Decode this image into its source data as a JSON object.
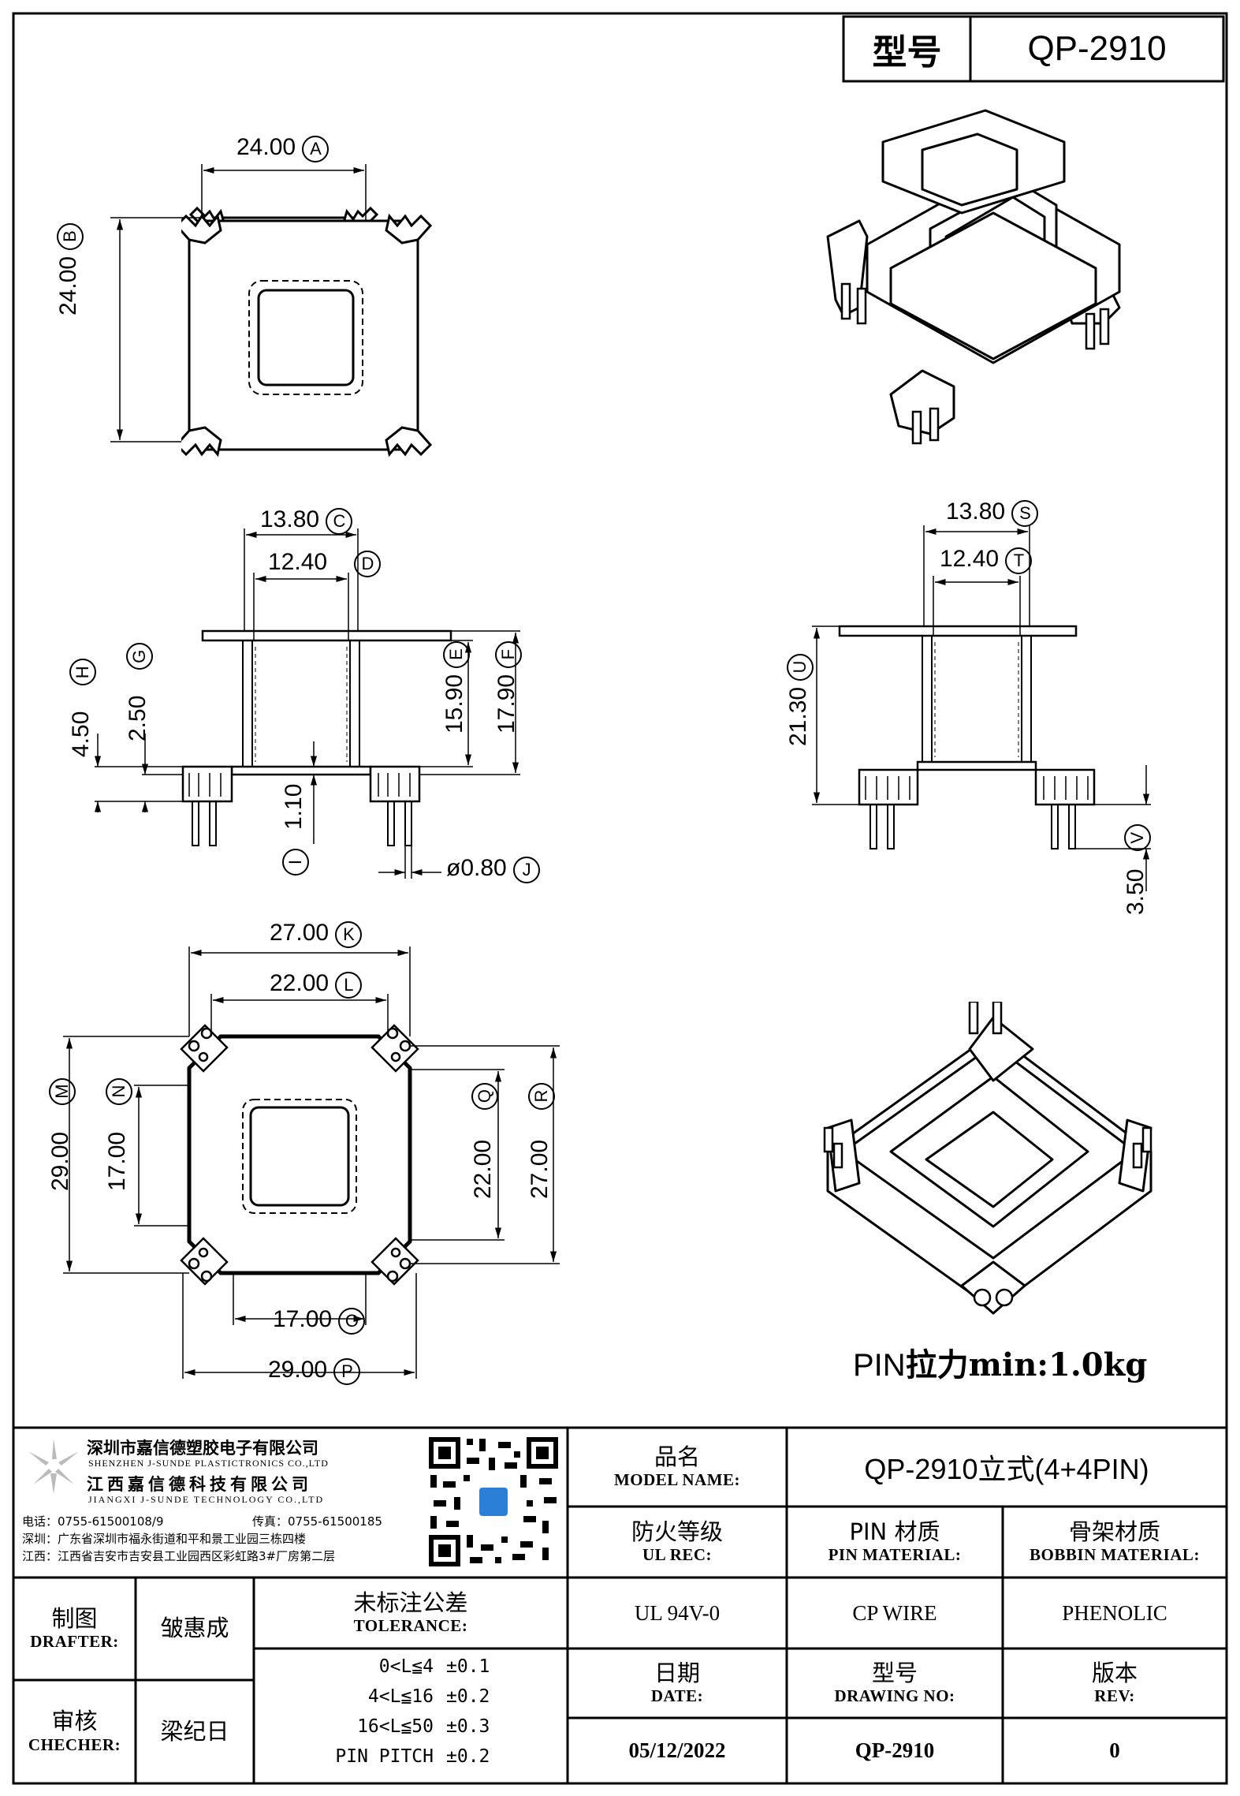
{
  "title_block": {
    "model_label": "型号",
    "model_value": "QP-2910"
  },
  "dimensions": {
    "A": {
      "value": "24.00",
      "mark": "A"
    },
    "B": {
      "value": "24.00",
      "mark": "B"
    },
    "C": {
      "value": "13.80",
      "mark": "C"
    },
    "D": {
      "value": "12.40",
      "mark": "D"
    },
    "E": {
      "value": "15.90",
      "mark": "E"
    },
    "F": {
      "value": "17.90",
      "mark": "F"
    },
    "G": {
      "value": "2.50",
      "mark": "G"
    },
    "H": {
      "value": "4.50",
      "mark": "H"
    },
    "I": {
      "value": "1.10",
      "mark": "I"
    },
    "J": {
      "value": "ø0.80",
      "mark": "J"
    },
    "K": {
      "value": "27.00",
      "mark": "K"
    },
    "L": {
      "value": "22.00",
      "mark": "L"
    },
    "M": {
      "value": "29.00",
      "mark": "M"
    },
    "N": {
      "value": "17.00",
      "mark": "N"
    },
    "O": {
      "value": "17.00",
      "mark": "O"
    },
    "P": {
      "value": "29.00",
      "mark": "P"
    },
    "Q": {
      "value": "22.00",
      "mark": "Q"
    },
    "R": {
      "value": "27.00",
      "mark": "R"
    },
    "S": {
      "value": "13.80",
      "mark": "S"
    },
    "T": {
      "value": "12.40",
      "mark": "T"
    },
    "U": {
      "value": "21.30",
      "mark": "U"
    },
    "V": {
      "value": "3.50",
      "mark": "V"
    }
  },
  "pin_note": {
    "prefix": "PIN",
    "suffix": "拉力min:1.0kg"
  },
  "company": {
    "name_sz": "深圳市嘉信德塑胶电子有限公司",
    "name_sz_en": "SHENZHEN J-SUNDE PLASTICTRONICS CO.,LTD",
    "name_jx": "江西嘉信德科技有限公司",
    "name_jx_en": "JIANGXI J-SUNDE TECHNOLOGY CO.,LTD",
    "phone": "电话：0755-61500108/9",
    "fax": "传真：0755-61500185",
    "addr_sz": "深圳：广东省深圳市福永街道和平和景工业园三栋四楼",
    "addr_jx": "江西：江西省吉安市吉安县工业园西区彩虹路3#厂房第二层"
  },
  "table": {
    "model_name_zh": "品名",
    "model_name_en": "MODEL NAME:",
    "model_name_value": "QP-2910立式(4+4PIN)",
    "ul_zh": "防火等级",
    "ul_en": "UL REC:",
    "ul_value": "UL 94V-0",
    "pin_mat_zh": "PIN 材质",
    "pin_mat_en": "PIN MATERIAL:",
    "pin_mat_value": "CP WIRE",
    "bobbin_zh": "骨架材质",
    "bobbin_en": "BOBBIN MATERIAL:",
    "bobbin_value": "PHENOLIC",
    "drafter_zh": "制图",
    "drafter_en": "DRAFTER:",
    "drafter_value": "皱惠成",
    "checker_zh": "审核",
    "checker_en": "CHECHER:",
    "checker_value": "梁纪日",
    "tolerance_zh": "未标注公差",
    "tolerance_en": "TOLERANCE:",
    "tolerance_rows": [
      {
        "range": "0<L≦4",
        "tol": "±0.1"
      },
      {
        "range": "4<L≦16",
        "tol": "±0.2"
      },
      {
        "range": "16<L≦50",
        "tol": "±0.3"
      },
      {
        "range": "PIN PITCH",
        "tol": "±0.2"
      }
    ],
    "date_zh": "日期",
    "date_en": "DATE:",
    "date_value": "05/12/2022",
    "drawing_no_zh": "型号",
    "drawing_no_en": "DRAWING NO:",
    "drawing_no_value": "QP-2910",
    "rev_zh": "版本",
    "rev_en": "REV:",
    "rev_value": "0"
  }
}
